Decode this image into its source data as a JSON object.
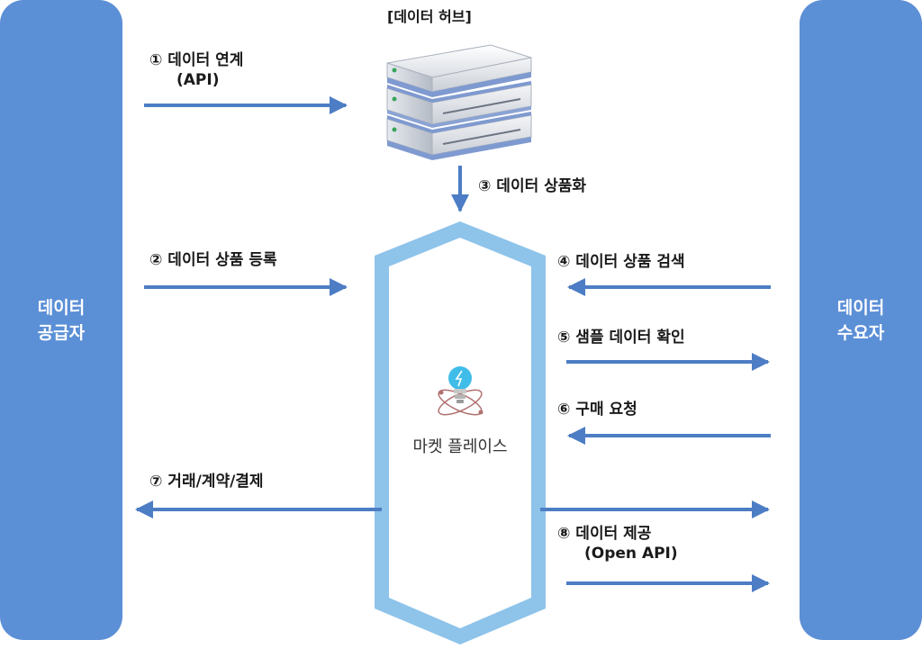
{
  "hub_title": "[데이터 허브]",
  "supplier": {
    "line1": "데이터",
    "line2": "공급자"
  },
  "consumer": {
    "line1": "데이터",
    "line2": "수요자"
  },
  "marketplace_label": "마켓 플레이스",
  "steps": [
    {
      "line1": "① 데이터 연계",
      "line2": "(API)"
    },
    {
      "line1": "② 데이터 상품 등록"
    },
    {
      "line1": "③ 데이터 상품화"
    },
    {
      "line1": "④ 데이터 상품 검색"
    },
    {
      "line1": "⑤ 샘플 데이터 확인"
    },
    {
      "line1": "⑥ 구매 요청"
    },
    {
      "line1": "⑦ 거래/계약/결제"
    },
    {
      "line1": "⑧ 데이터 제공",
      "line2": "(Open API)"
    }
  ],
  "colors": {
    "side_panel": "#5b8fd6",
    "arrow": "#4d7dc4",
    "hexagon_border": "#8ec3ea",
    "bulb": "#3fbde8"
  },
  "icons": [
    "server-stack-icon",
    "lightbulb-idea-icon"
  ]
}
